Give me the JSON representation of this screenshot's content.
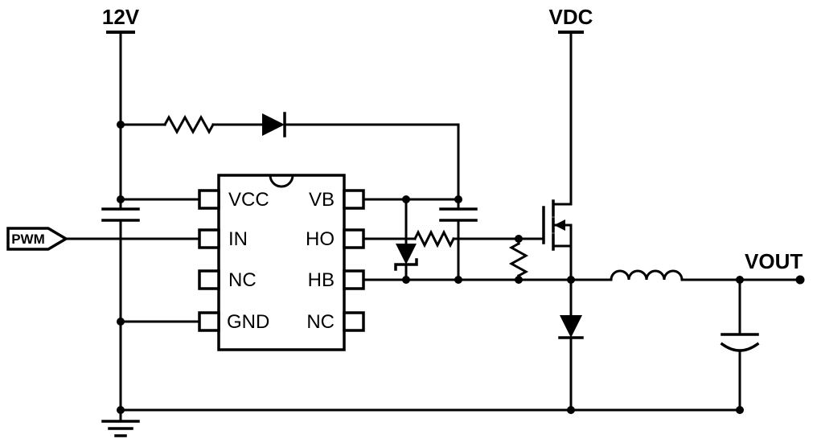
{
  "diagram": {
    "type": "circuit-schematic",
    "description": "High-side gate driver IC driving an N-channel MOSFET buck stage with bootstrap supply",
    "labels": {
      "supply_left": "12V",
      "supply_right": "VDC",
      "input": "PWM",
      "output": "VOUT"
    },
    "ic": {
      "left_pins": [
        "VCC",
        "IN",
        "NC",
        "GND"
      ],
      "right_pins": [
        "VB",
        "HO",
        "HB",
        "NC"
      ]
    },
    "colors": {
      "stroke": "#000000",
      "background": "#ffffff"
    }
  }
}
